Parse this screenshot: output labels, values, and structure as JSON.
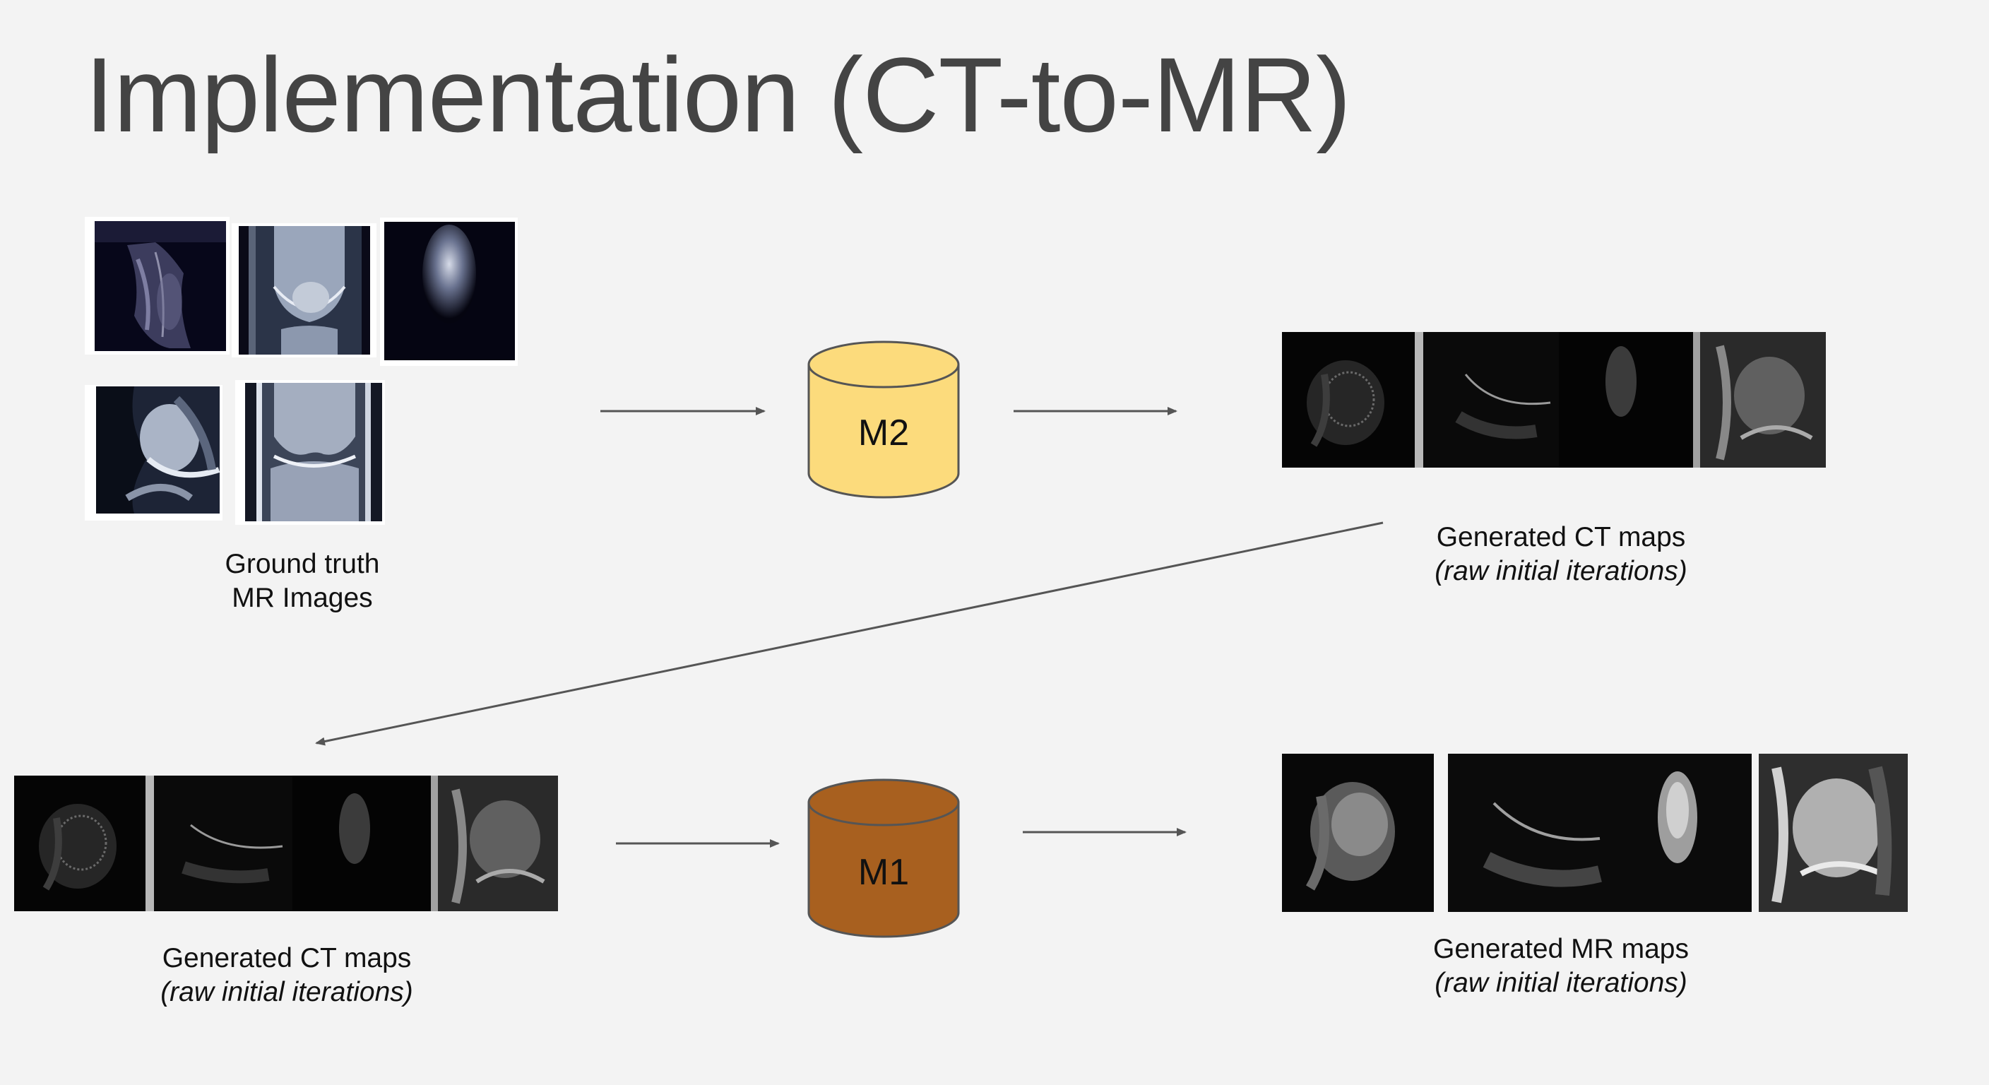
{
  "slide": {
    "title": "Implementation (CT-to-MR)"
  },
  "ground_truth": {
    "line1": "Ground truth",
    "line2": "MR Images"
  },
  "model_m2": {
    "label": "M2",
    "color": "#fcdb7c",
    "stroke": "#555555"
  },
  "model_m1": {
    "label": "M1",
    "color": "#a8601f",
    "stroke": "#555555"
  },
  "ct_maps_top": {
    "title": "Generated CT maps",
    "subtitle": "(raw initial iterations)"
  },
  "ct_maps_bottom": {
    "title": "Generated CT maps",
    "subtitle": "(raw initial iterations)"
  },
  "mr_maps": {
    "title": "Generated MR maps",
    "subtitle": "(raw initial iterations)"
  },
  "colors": {
    "arrow": "#555555",
    "title": "#444444",
    "background": "#f3f3f3"
  }
}
